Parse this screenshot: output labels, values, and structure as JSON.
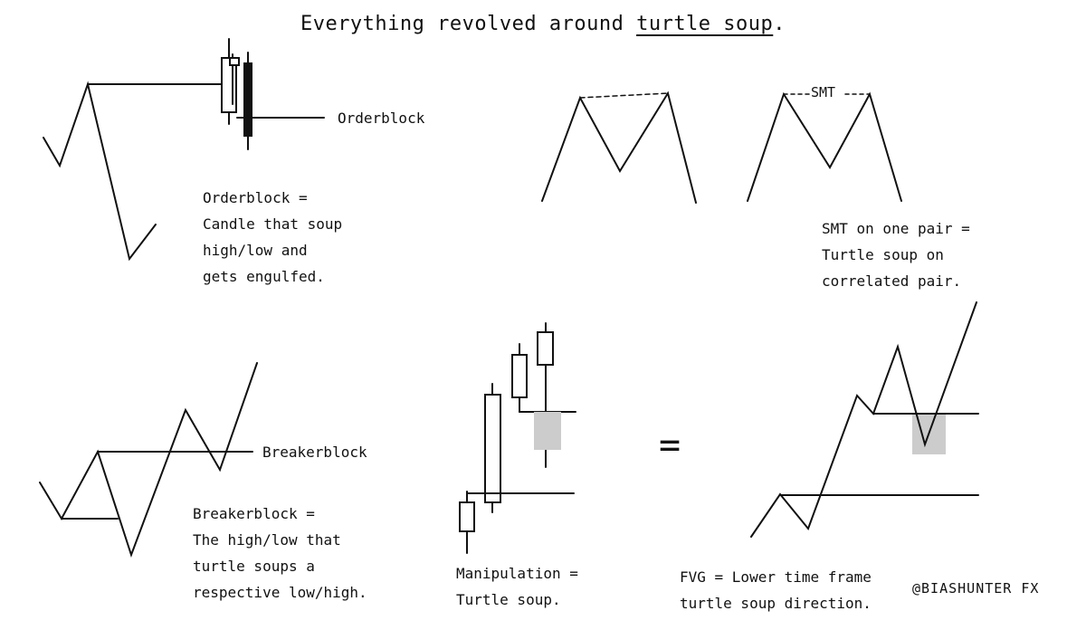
{
  "title": {
    "prefix": "Everything revolved around ",
    "emphasis": "turtle soup",
    "suffix": "."
  },
  "orderblock": {
    "label": "Orderblock",
    "note": [
      "Orderblock =",
      "Candle that soup",
      "high/low and",
      "gets engulfed."
    ]
  },
  "smt": {
    "label": "SMT",
    "note": [
      "SMT on one pair =",
      "Turtle soup on",
      "correlated pair."
    ]
  },
  "breakerblock": {
    "label": "Breakerblock",
    "note": [
      "Breakerblock =",
      "The high/low that",
      "turtle soups a",
      "respective low/high."
    ]
  },
  "manipulation": {
    "note": [
      "Manipulation =",
      "Turtle soup."
    ]
  },
  "equals": "=",
  "fvg": {
    "note": [
      "FVG = Lower time frame",
      "turtle soup direction."
    ]
  },
  "watermark": "@BIASHUNTER FX",
  "colors": {
    "ink": "#111111",
    "fvg_fill": "#cccccc"
  }
}
